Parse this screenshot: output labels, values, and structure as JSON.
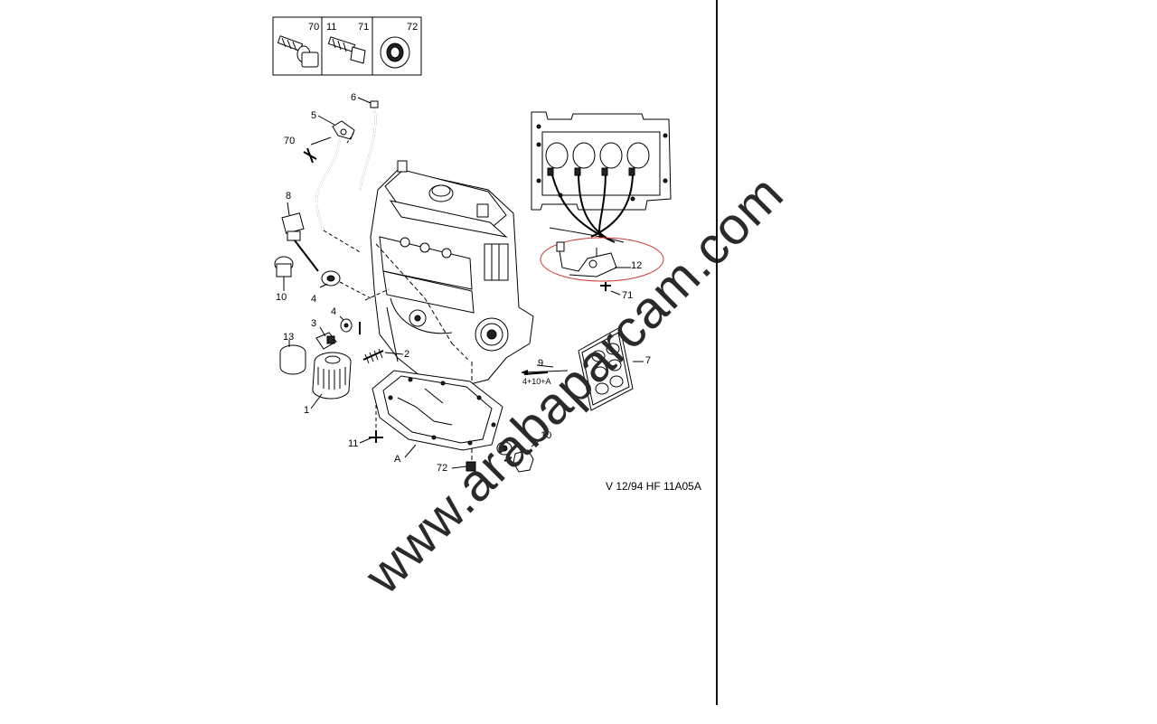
{
  "legend": {
    "boxes": [
      {
        "numbers": [
          "70"
        ],
        "icon": "flange-bolt-icon"
      },
      {
        "numbers": [
          "11",
          "71"
        ],
        "icon": "screw-icon"
      },
      {
        "numbers": [
          "72"
        ],
        "icon": "washer-icon"
      }
    ]
  },
  "callouts": {
    "c5": "5",
    "c6": "6",
    "c70": "70",
    "c8": "8",
    "c10a": "10",
    "c4a": "4",
    "c3": "3",
    "c4b": "4",
    "c13": "13",
    "c2": "2",
    "c1": "1",
    "c11": "11",
    "cA": "A",
    "c72": "72",
    "c10b": "10",
    "c9": "9",
    "c9sub": "4+10+A",
    "c7": "7",
    "c12": "12",
    "c71": "71"
  },
  "reference": "V 12/94 HF 11A05A",
  "watermark": "www.arabaparcam.com",
  "colors": {
    "ink": "#000000",
    "highlight": "#d23c3c",
    "background": "#ffffff"
  }
}
